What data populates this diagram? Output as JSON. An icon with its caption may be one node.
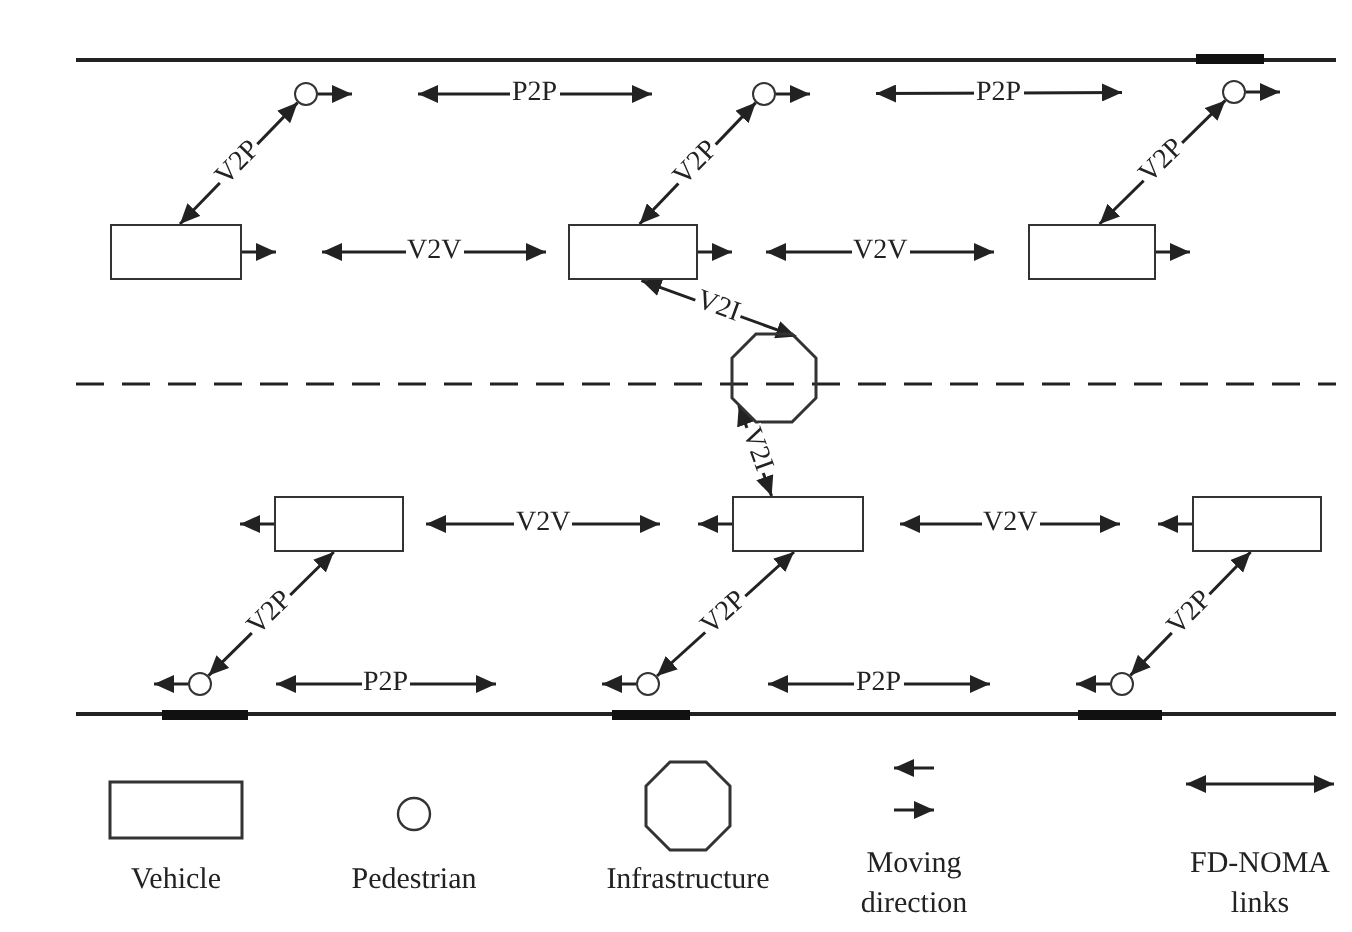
{
  "diagram": {
    "nodes": [
      {
        "text": [],
        "shape": "circle"
      },
      {
        "text": [],
        "shape": "circle"
      },
      {
        "text": [],
        "shape": "circle"
      },
      {
        "text": [],
        "shape": "box"
      },
      {
        "text": [],
        "shape": "box"
      },
      {
        "text": [],
        "shape": "box"
      },
      {
        "text": [],
        "shape": "octagon"
      },
      {
        "text": [],
        "shape": "box"
      },
      {
        "text": [],
        "shape": "box"
      },
      {
        "text": [],
        "shape": "box"
      },
      {
        "text": [],
        "shape": "circle"
      },
      {
        "text": [],
        "shape": "circle"
      },
      {
        "text": [],
        "shape": "circle"
      }
    ],
    "edges": [
      {
        "from": 3,
        "to": 0,
        "arrow": "both",
        "label": "V2P"
      },
      {
        "from": 4,
        "to": 1,
        "arrow": "both",
        "label": "V2P"
      },
      {
        "from": 5,
        "to": 2,
        "arrow": "both",
        "label": "V2P"
      },
      {
        "from": 0,
        "to": 1,
        "arrow": "both",
        "label": "P2P"
      },
      {
        "from": 1,
        "to": 2,
        "arrow": "both",
        "label": "P2P"
      },
      {
        "from": 3,
        "to": 4,
        "arrow": "both",
        "label": "V2V"
      },
      {
        "from": 4,
        "to": 5,
        "arrow": "both",
        "label": "V2V"
      },
      {
        "from": 4,
        "to": 6,
        "arrow": "both",
        "label": "V2I"
      },
      {
        "from": 6,
        "to": 8,
        "arrow": "both",
        "label": "V2I"
      },
      {
        "from": 7,
        "to": 8,
        "arrow": "both",
        "label": "V2V"
      },
      {
        "from": 8,
        "to": 9,
        "arrow": "both",
        "label": "V2V"
      },
      {
        "from": 7,
        "to": 10,
        "arrow": "both",
        "label": "V2P"
      },
      {
        "from": 8,
        "to": 11,
        "arrow": "both",
        "label": "V2P"
      },
      {
        "from": 9,
        "to": 12,
        "arrow": "both",
        "label": "V2P"
      },
      {
        "from": 10,
        "to": 11,
        "arrow": "both",
        "label": "P2P"
      },
      {
        "from": 11,
        "to": 12,
        "arrow": "both",
        "label": "P2P"
      }
    ],
    "legend": [
      {
        "text": "Vehicle"
      },
      {
        "text": "Pedestrian"
      },
      {
        "text": "Infrastructure"
      },
      {
        "text": "Moving direction"
      },
      {
        "text": "FD-NOMA links"
      }
    ]
  }
}
